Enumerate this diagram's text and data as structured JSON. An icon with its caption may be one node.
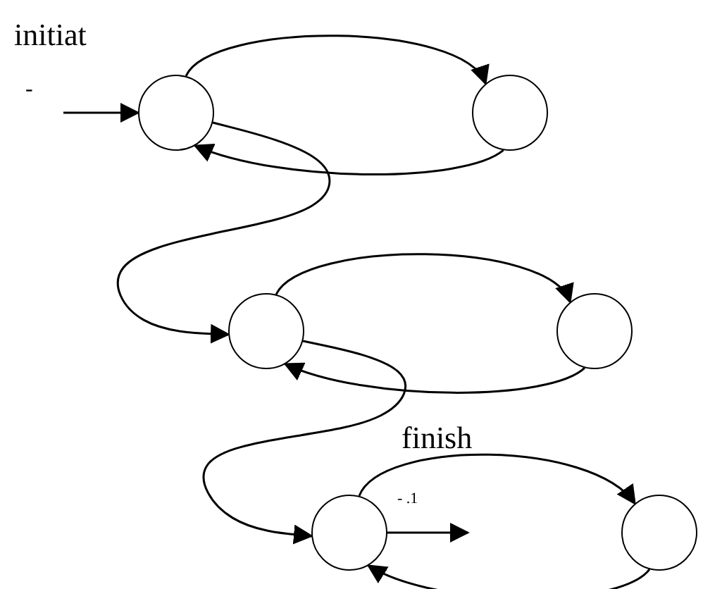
{
  "diagram": {
    "nodes": [
      {
        "text": [],
        "shape": "circle"
      },
      {
        "text": [],
        "shape": "circle"
      },
      {
        "text": [],
        "shape": "circle"
      },
      {
        "text": [],
        "shape": "circle"
      },
      {
        "text": [],
        "shape": "circle"
      },
      {
        "text": [],
        "shape": "circle"
      }
    ],
    "edges": [
      {
        "from": null,
        "to": 0,
        "arrow": "to"
      },
      {
        "from": 0,
        "to": 1,
        "arrow": "to"
      },
      {
        "from": 1,
        "to": 0,
        "arrow": "to"
      },
      {
        "from": 0,
        "to": 2,
        "arrow": "to"
      },
      {
        "from": 2,
        "to": 3,
        "arrow": "to"
      },
      {
        "from": 3,
        "to": 2,
        "arrow": "to"
      },
      {
        "from": 2,
        "to": 4,
        "arrow": "to"
      },
      {
        "from": 4,
        "to": 5,
        "arrow": "to"
      },
      {
        "from": 5,
        "to": 4,
        "arrow": "to"
      },
      {
        "from": 4,
        "to": null,
        "arrow": "to"
      }
    ],
    "labels": [
      "initiat",
      "-",
      "finish",
      "- .1"
    ]
  }
}
